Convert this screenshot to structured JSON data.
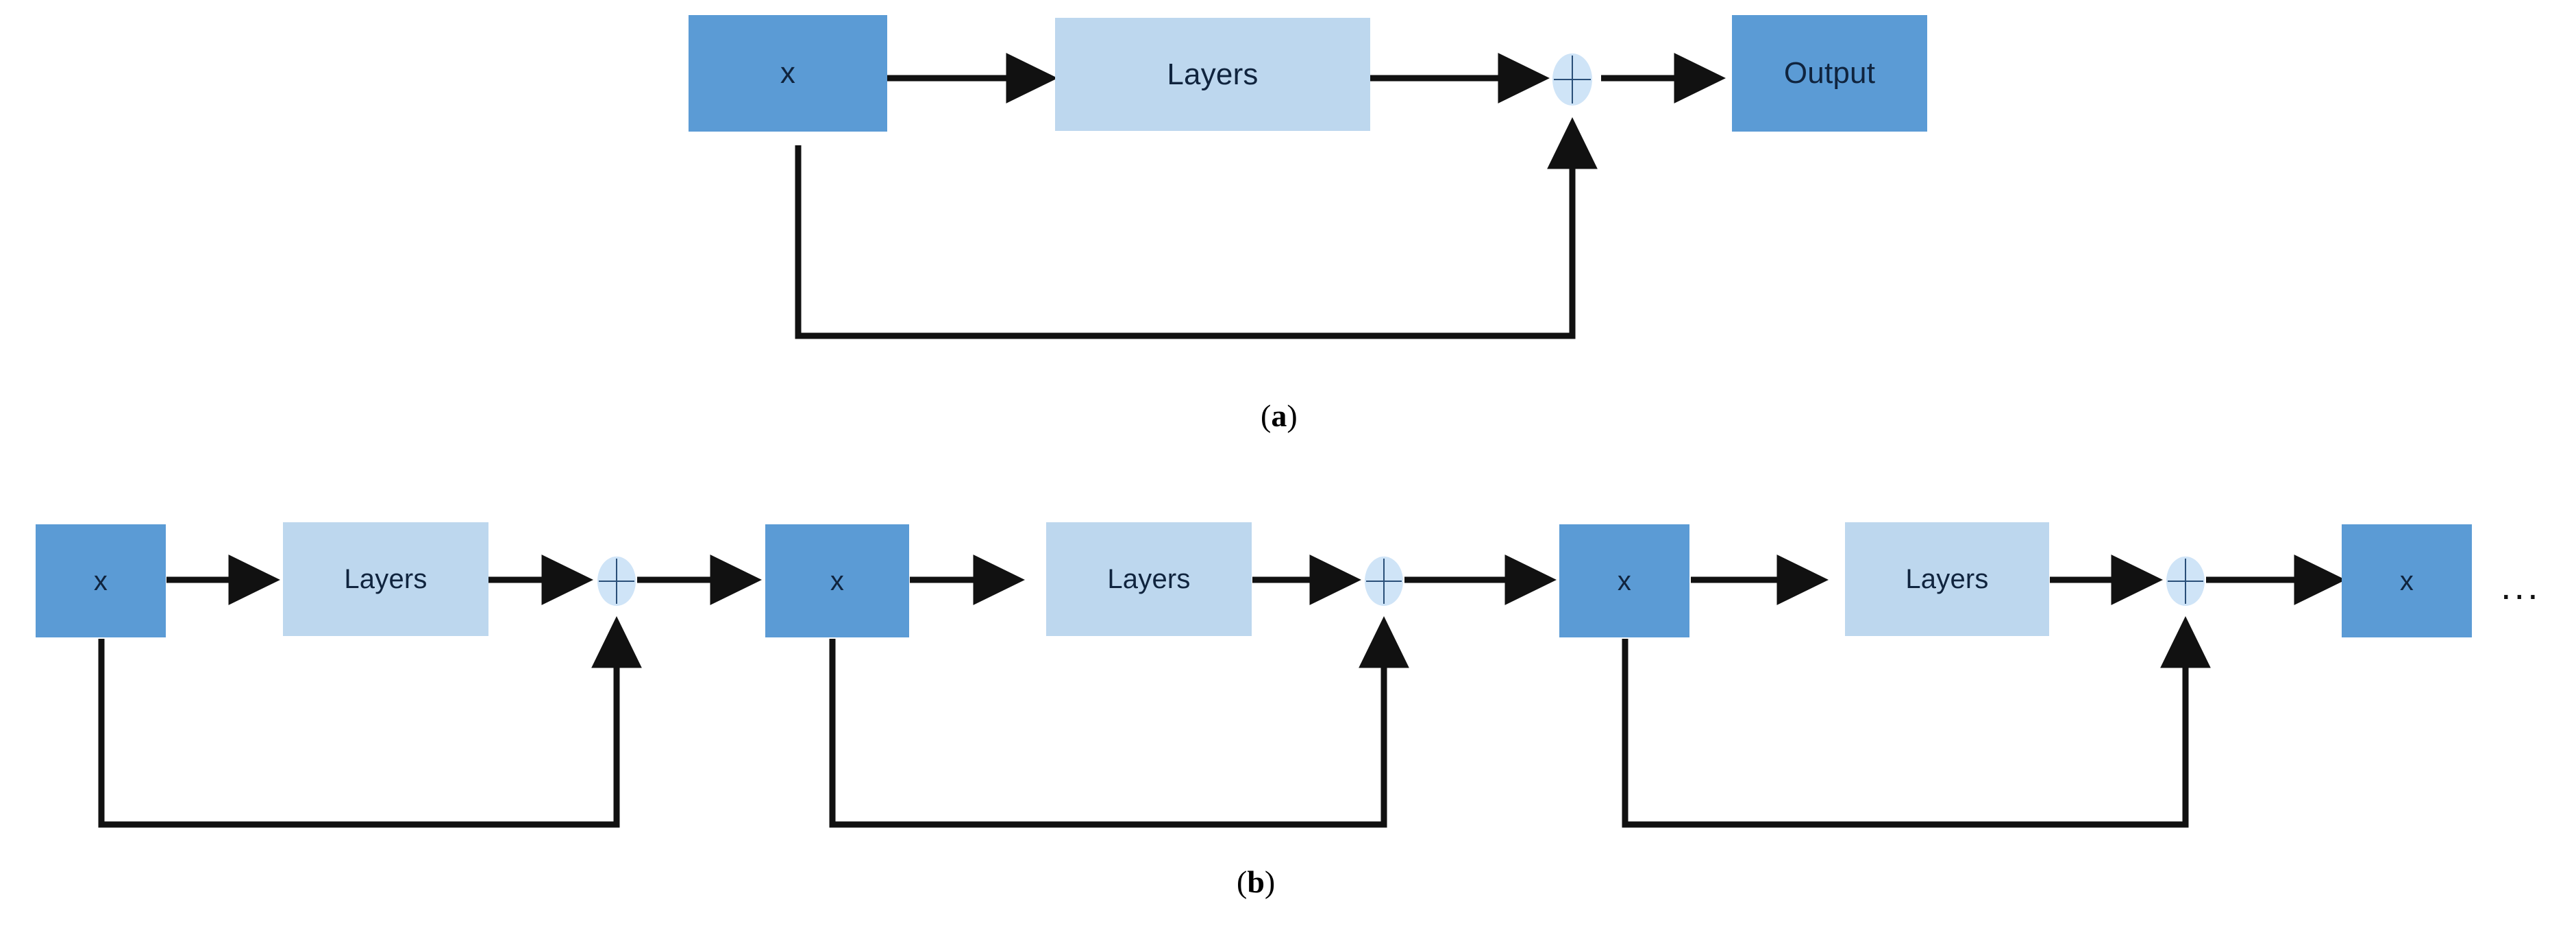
{
  "figure": {
    "background_color": "#ffffff",
    "node_fill_dark": "#5b9bd5",
    "node_fill_light": "#bdd7ee",
    "sum_node_fill": "#cfe4f7",
    "connector_color": "#111111",
    "text_color": "#10243e"
  },
  "panel_a": {
    "caption_open": "(",
    "caption_letter": "a",
    "caption_close": ")",
    "nodes": [
      {
        "id": "input",
        "label": "x",
        "kind": "dark"
      },
      {
        "id": "layers",
        "label": "Layers",
        "kind": "light"
      },
      {
        "id": "sum",
        "label": "+",
        "kind": "sum"
      },
      {
        "id": "output",
        "label": "Output",
        "kind": "dark"
      }
    ]
  },
  "panel_b": {
    "caption_open": "(",
    "caption_letter": "b",
    "caption_close": ")",
    "ellipsis": "...",
    "nodes": [
      {
        "id": "x1",
        "label": "x",
        "kind": "dark"
      },
      {
        "id": "layers1",
        "label": "Layers",
        "kind": "light"
      },
      {
        "id": "sum1",
        "label": "+",
        "kind": "sum"
      },
      {
        "id": "x2",
        "label": "x",
        "kind": "dark"
      },
      {
        "id": "layers2",
        "label": "Layers",
        "kind": "light"
      },
      {
        "id": "sum2",
        "label": "+",
        "kind": "sum"
      },
      {
        "id": "x3",
        "label": "x",
        "kind": "dark"
      },
      {
        "id": "layers3",
        "label": "Layers",
        "kind": "light"
      },
      {
        "id": "sum3",
        "label": "+",
        "kind": "sum"
      },
      {
        "id": "x4",
        "label": "x",
        "kind": "dark"
      }
    ]
  }
}
